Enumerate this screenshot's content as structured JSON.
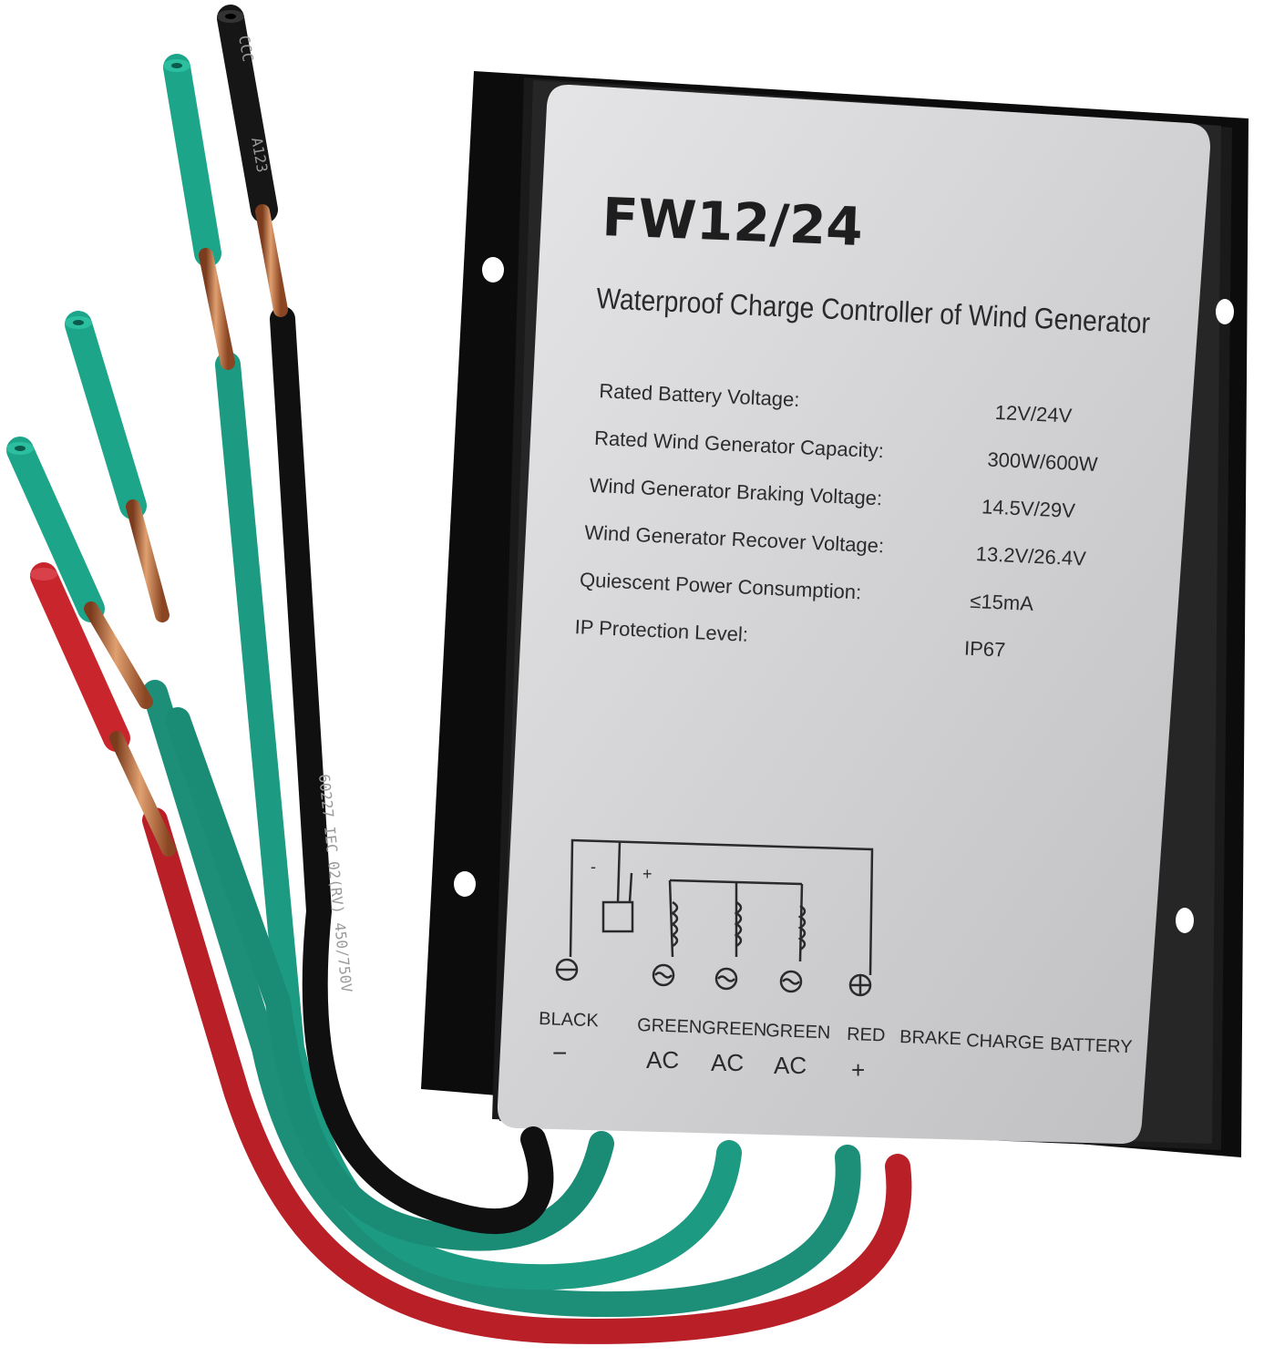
{
  "product": {
    "model": "FW12/24",
    "subtitle": "Waterproof Charge Controller of Wind Generator"
  },
  "specs": [
    {
      "label": "Rated Battery Voltage:",
      "value": "12V/24V"
    },
    {
      "label": "Rated Wind Generator Capacity:",
      "value": "300W/600W"
    },
    {
      "label": "Wind Generator Braking Voltage:",
      "value": "14.5V/29V"
    },
    {
      "label": "Wind Generator Recover Voltage:",
      "value": "13.2V/26.4V"
    },
    {
      "label": "Quiescent Power Consumption:",
      "value": "≤15mA"
    },
    {
      "label": "IP Protection Level:",
      "value": "IP67"
    }
  ],
  "diagram": {
    "minus_sign": "-",
    "plus_sign": "+"
  },
  "terminals": [
    {
      "top": "BLACK",
      "bottom": "−"
    },
    {
      "top": "GREEN",
      "bottom": "AC"
    },
    {
      "top": "GREEN",
      "bottom": "AC"
    },
    {
      "top": "GREEN",
      "bottom": "AC"
    },
    {
      "top": "RED",
      "bottom": "+"
    }
  ],
  "indicators": [
    "BRAKE",
    "CHARGE",
    "BATTERY"
  ],
  "wire_markings": {
    "sleeve_top": "CCC",
    "sleeve_code": "A123",
    "cable_text": "60227 IEC 02(RV) 450/750V"
  },
  "colors": {
    "wire_green": "#1f9a83",
    "wire_red": "#c8262c",
    "wire_black": "#141414",
    "copper": "#b8693a",
    "housing": "#101010",
    "label_plate": "#d4d4d6"
  }
}
